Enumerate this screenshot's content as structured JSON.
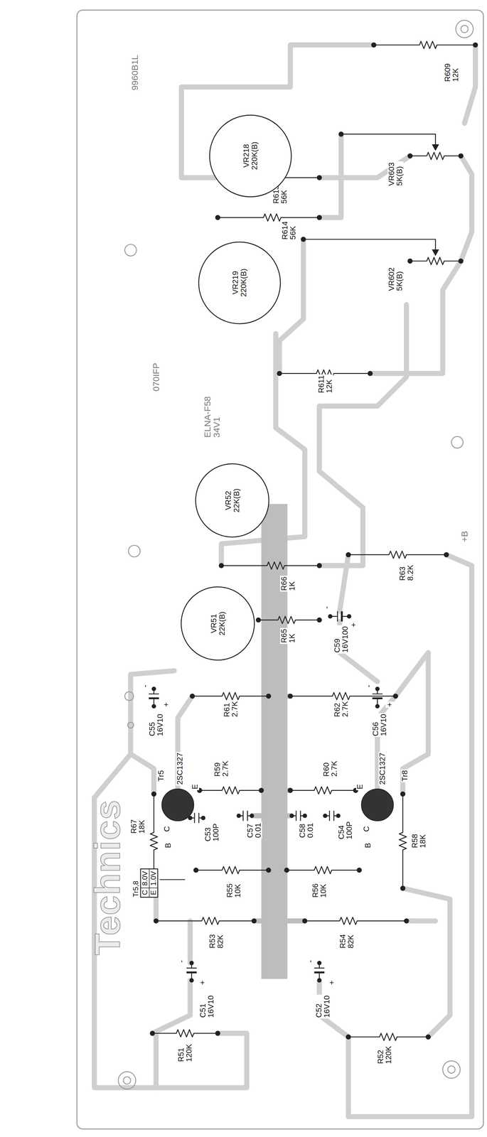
{
  "diagram": {
    "nodes": [
      {
        "text": [
          "Tr5,8",
          "C",
          "8.0V",
          "E",
          "1.0V"
        ]
      },
      {
        "text": [
          "VR51",
          "22K(B)"
        ]
      },
      {
        "text": [
          "VR52",
          "22K(B)"
        ]
      },
      {
        "text": [
          "VR219",
          "220K(B)"
        ]
      },
      {
        "text": [
          "VR218",
          "220K(B)"
        ]
      }
    ],
    "labels": [
      "R609",
      "12K",
      "9960B1L",
      "R613",
      "56K",
      "R614",
      "56K",
      "VR603",
      "5K(B)",
      "VR602",
      "5K(B)",
      "R611",
      "12K",
      "070IFP",
      "ELNA-F58",
      "34V1",
      "+B",
      "R66",
      "1K",
      "R65",
      "1K",
      "R63",
      "8.2K",
      "C59",
      "16V100",
      "-",
      "+",
      "C55",
      "16V10",
      "-",
      "+",
      "R61",
      "2.7K",
      "R62",
      "2.7K",
      "C56",
      "16V10",
      "-",
      "+",
      "Tr5",
      "2SC1327",
      "E",
      "C",
      "B",
      "R59",
      "2.7K",
      "C53",
      "100P",
      "C57",
      "0.01",
      "C58",
      "0.01",
      "C54",
      "100P",
      "R60",
      "2.7K",
      "Tr8",
      "2SC1327",
      "E",
      "C",
      "B",
      "R67",
      "18K",
      "R58",
      "18K",
      "R55",
      "10K",
      "R56",
      "10K",
      "R53",
      "82K",
      "R54",
      "82K",
      "C51",
      "16V10",
      "-",
      "+",
      "C52",
      "16V10",
      "-",
      "+",
      "R51",
      "120K",
      "R52",
      "120K",
      "Technics"
    ]
  }
}
